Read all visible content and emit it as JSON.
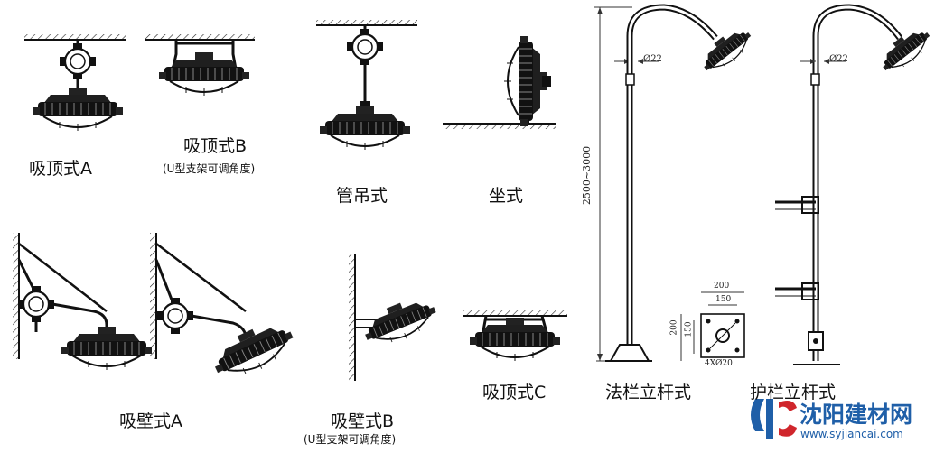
{
  "labels": {
    "ceiling_a": "吸顶式A",
    "ceiling_b": "吸顶式B",
    "ceiling_b_note": "(U型支架可调角度)",
    "pipe": "管吊式",
    "seat": "坐式",
    "wall_a": "吸壁式A",
    "wall_b": "吸壁式B",
    "wall_b_note": "(U型支架可调角度)",
    "ceiling_c": "吸顶式C",
    "flange_pole": "法栏立杆式",
    "guard_pole": "护栏立杆式"
  },
  "dimensions": {
    "pipe_dia_1": "Ø22",
    "pipe_dia_2": "Ø22",
    "pole_height": "2500~3000",
    "base_200_top": "200",
    "base_150_top": "150",
    "base_200_left": "200",
    "base_150_left": "150",
    "bolts": "4XØ20"
  },
  "watermark": {
    "name": "沈阳建材网",
    "url": "www.syjiancai.com"
  },
  "colors": {
    "line": "#1a1a1a",
    "lamp": "#202020",
    "watermark_blue": "#1f5fa8",
    "watermark_red": "#d0262c"
  }
}
